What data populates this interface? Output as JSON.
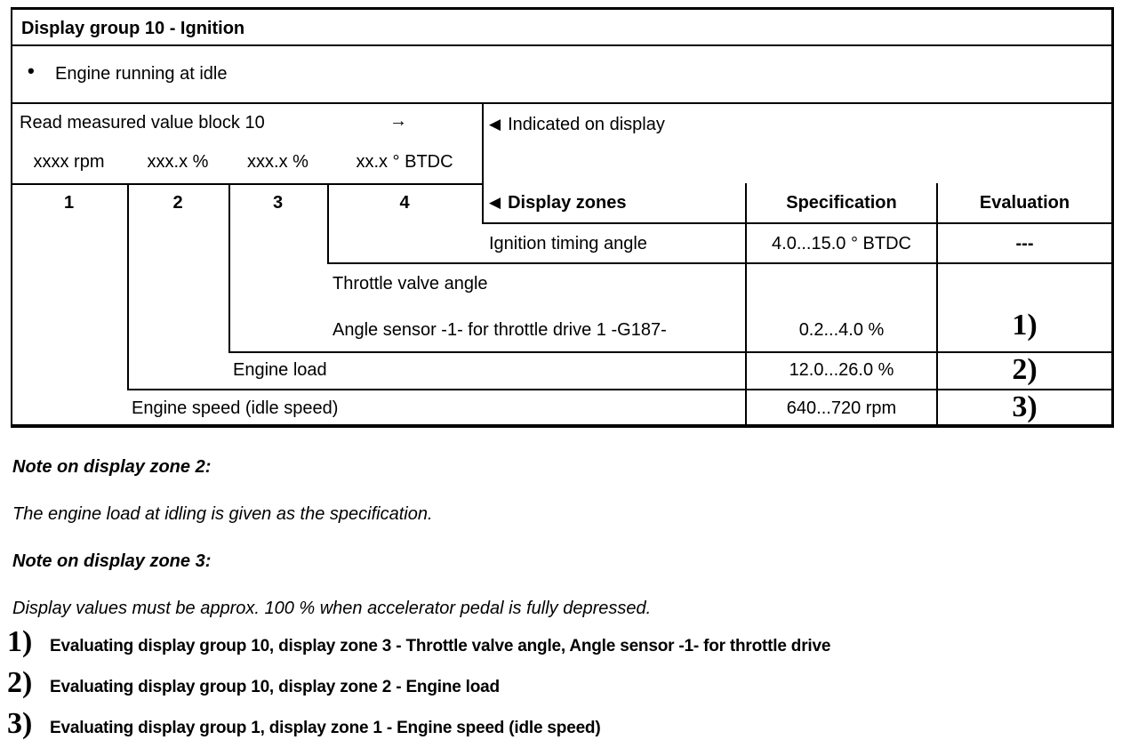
{
  "doc": {
    "title": "Display group 10 - Ignition",
    "condition": "Engine running at idle",
    "icons": {
      "bullet": "•",
      "arrow_right": "→",
      "pointer_left": "◀"
    },
    "read_block": {
      "label": "Read measured value block 10",
      "units": [
        "xxxx rpm",
        "xxx.x %",
        "xxx.x %",
        "xx.x ° BTDC"
      ]
    },
    "indicated_on_display": "Indicated on display",
    "zones_header": {
      "zone_numbers": [
        "1",
        "2",
        "3",
        "4"
      ],
      "display_zones": "Display zones",
      "specification": "Specification",
      "evaluation": "Evaluation"
    },
    "rows": [
      {
        "zone": "4",
        "labels": [
          "Ignition timing angle"
        ],
        "specification": "4.0...15.0 ° BTDC",
        "evaluation": "---"
      },
      {
        "zone": "3",
        "labels": [
          "Throttle valve angle",
          "Angle sensor -1- for throttle drive 1 -G187-"
        ],
        "specification": "0.2...4.0 %",
        "evaluation": "1)"
      },
      {
        "zone": "2",
        "labels": [
          "Engine load"
        ],
        "specification": "12.0...26.0 %",
        "evaluation": "2)"
      },
      {
        "zone": "1",
        "labels": [
          "Engine speed (idle speed)"
        ],
        "specification": "640...720 rpm",
        "evaluation": "3)"
      }
    ],
    "notes": [
      {
        "heading": "Note on display zone 2:",
        "body": "The engine load at idling is given as the specification."
      },
      {
        "heading": "Note on display zone 3:",
        "body": "Display values must be approx. 100 % when accelerator pedal is fully depressed."
      }
    ],
    "footnotes": [
      {
        "marker": "1)",
        "text": "Evaluating display group 10, display zone 3 - Throttle valve angle, Angle sensor -1- for throttle drive"
      },
      {
        "marker": "2)",
        "text": "Evaluating display group 10, display zone 2 - Engine load"
      },
      {
        "marker": "3)",
        "text": "Evaluating display group 1, display zone 1 - Engine speed (idle speed)"
      }
    ],
    "colors": {
      "ink": "#000000",
      "paper": "#ffffff"
    }
  }
}
